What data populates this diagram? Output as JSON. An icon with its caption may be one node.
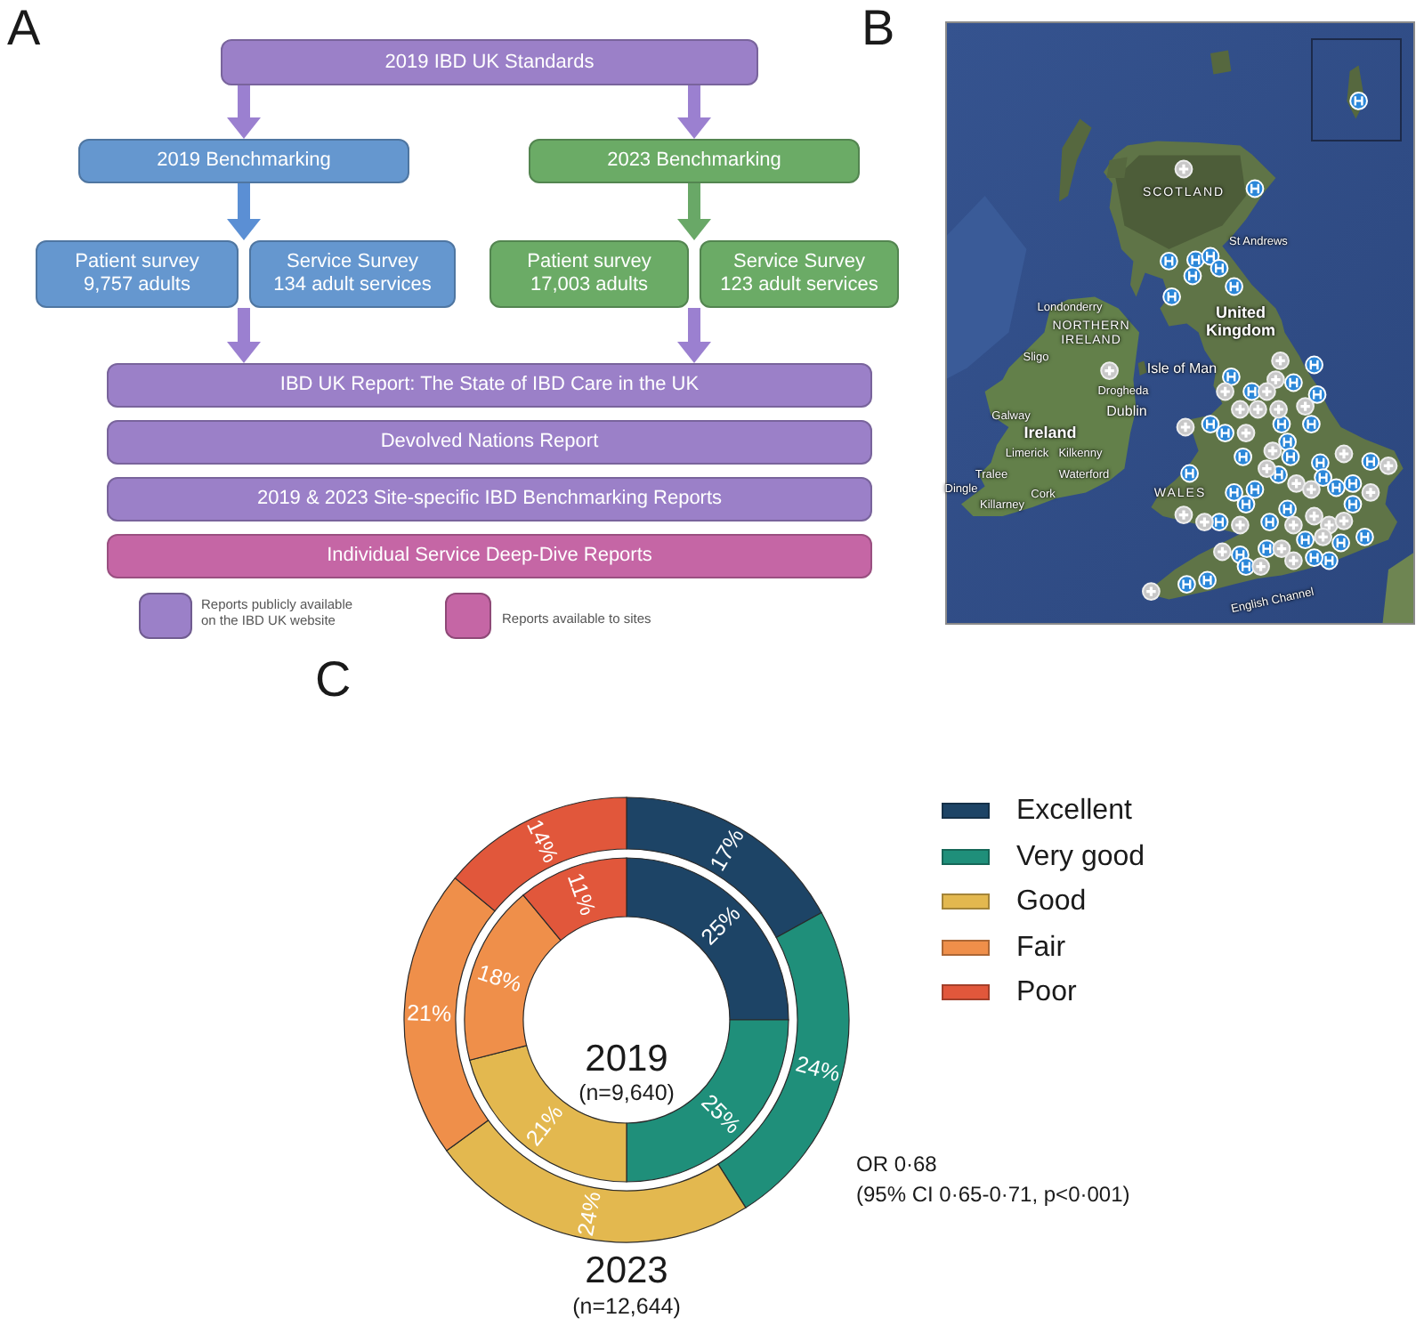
{
  "diagram": {
    "nodes": [
      {
        "text": [
          "2019 IBD UK Standards"
        ]
      },
      {
        "text": [
          "2019 Benchmarking"
        ]
      },
      {
        "text": [
          "2023 Benchmarking"
        ]
      },
      {
        "text": [
          "Patient survey",
          "9,757 adults"
        ]
      },
      {
        "text": [
          "Service Survey",
          "134 adult services"
        ]
      },
      {
        "text": [
          "Patient survey",
          "17,003 adults"
        ]
      },
      {
        "text": [
          "Service Survey",
          "123 adult services"
        ]
      },
      {
        "text": [
          "IBD UK Report: The State of IBD Care in the UK"
        ]
      },
      {
        "text": [
          "Devolved Nations Report"
        ]
      },
      {
        "text": [
          "2019 & 2023 Site-specific IBD Benchmarking Reports"
        ]
      },
      {
        "text": [
          "Individual Service Deep-Dive Reports"
        ]
      }
    ],
    "edges": [
      {
        "from": 0,
        "to": 1,
        "arrow": "to"
      },
      {
        "from": 0,
        "to": 2,
        "arrow": "to"
      },
      {
        "from": 1,
        "to": 3,
        "arrow": "to",
        "color": "#5b8fd4"
      },
      {
        "from": 1,
        "to": 4,
        "arrow": "to",
        "color": "#5b8fd4"
      },
      {
        "from": 2,
        "to": 5,
        "arrow": "to",
        "color": "#69a867"
      },
      {
        "from": 2,
        "to": 6,
        "arrow": "to",
        "color": "#69a867"
      },
      {
        "from": 3,
        "to": 7,
        "arrow": "to"
      },
      {
        "from": 4,
        "to": 7,
        "arrow": "to"
      },
      {
        "from": 5,
        "to": 7,
        "arrow": "to"
      },
      {
        "from": 6,
        "to": 7,
        "arrow": "to"
      }
    ],
    "labels": [
      "A",
      "B",
      "SCOTLAND",
      "St Andrews",
      "Londonderry",
      "United Kingdom",
      "NORTHERN IRELAND",
      "Sligo",
      "Isle of Man",
      "Drogheda",
      "Dublin",
      "Galway",
      "Ireland",
      "Limerick",
      "Kilkenny",
      "Tralee",
      "Waterford",
      "Dingle",
      "WALES",
      "Cork",
      "Killarney",
      "English Channel",
      "C",
      "(n=9,640)",
      "OR 0·68",
      "(95% CI 0·65-0·71, p<0·001)",
      "(n=12,644)"
    ],
    "legend": [
      {
        "text": "Reports publicly available on the IBD UK website",
        "color": "#9b80c8"
      },
      {
        "text": "Reports available to sites",
        "color": "#c566a5"
      },
      {
        "text": "Excellent",
        "color": "#1d4466"
      },
      {
        "text": "Very good",
        "color": "#1f8f7a"
      },
      {
        "text": "Good",
        "color": "#e3b84f"
      },
      {
        "text": "Fair",
        "color": "#ef8f4a"
      },
      {
        "text": "Poor",
        "color": "#e1573b"
      }
    ],
    "chart_data": {
      "type": "donut",
      "series": [
        {
          "name": "2019",
          "colors": [
            "#1d4466",
            "#1f8f7a",
            "#e3b84f",
            "#ef8f4a",
            "#e1573b"
          ],
          "values": [
            25,
            25,
            21,
            18,
            11
          ]
        },
        {
          "name": "2023",
          "colors": [
            "#1d4466",
            "#1f8f7a",
            "#e3b84f",
            "#ef8f4a",
            "#e1573b"
          ],
          "values": [
            17,
            24,
            24,
            21,
            14
          ]
        }
      ],
      "value_labels": [
        [
          "25%",
          "25%",
          "21%",
          "18%",
          "11%"
        ],
        [
          "17%",
          "24%",
          "24%",
          "21%",
          "14%"
        ]
      ]
    }
  }
}
